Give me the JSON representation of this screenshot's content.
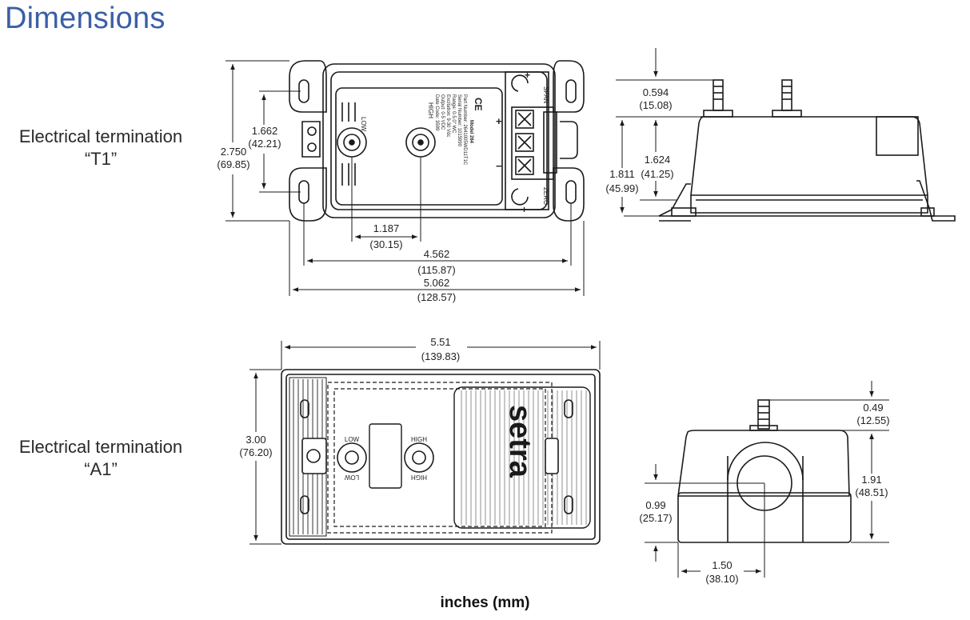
{
  "page": {
    "title": "Dimensions",
    "units_note": "inches (mm)"
  },
  "sections": [
    {
      "label_line1": "Electrical termination",
      "label_line2": "“T1”"
    },
    {
      "label_line1": "Electrical termination",
      "label_line2": "“A1”"
    }
  ],
  "t1": {
    "front": {
      "height_total": {
        "in": "2.750",
        "mm": "(69.85)"
      },
      "hole_spacing_v": {
        "in": "1.662",
        "mm": "(42.21)"
      },
      "port_spacing": {
        "in": "1.187",
        "mm": "(30.15)"
      },
      "hole_spacing_h": {
        "in": "4.562",
        "mm": "(115.87)"
      },
      "width_total": {
        "in": "5.062",
        "mm": "(128.57)"
      },
      "port_low": "LOW",
      "port_high": "HIGH",
      "span": "SPAN",
      "zero": "ZERO",
      "ce": "CE",
      "label_lines": [
        "Model 264",
        "Part Number: 2641005WD11T1C",
        "Serial Number: 1015990",
        "Range: 0-5.0\" WC",
        "Excitation: 9-30 Vdc",
        "Output: 0-5 VDC",
        "Date Code: 3599"
      ]
    },
    "side": {
      "port_height": {
        "in": "0.594",
        "mm": "(15.08)"
      },
      "body_height": {
        "in": "1.624",
        "mm": "(41.25)"
      },
      "total_height": {
        "in": "1.811",
        "mm": "(45.99)"
      }
    }
  },
  "a1": {
    "front": {
      "width": {
        "in": "5.51",
        "mm": "(139.83)"
      },
      "height": {
        "in": "3.00",
        "mm": "(76.20)"
      },
      "low": "LOW",
      "high": "HIGH",
      "brand": "setra"
    },
    "side": {
      "port_height": {
        "in": "0.49",
        "mm": "(12.55)"
      },
      "body_height": {
        "in": "1.91",
        "mm": "(48.51)"
      },
      "conduit_center": {
        "in": "0.99",
        "mm": "(25.17)"
      },
      "conduit_offset": {
        "in": "1.50",
        "mm": "(38.10)"
      }
    }
  },
  "colors": {
    "title": "#3a5fa8",
    "line": "#1a1a1a"
  }
}
